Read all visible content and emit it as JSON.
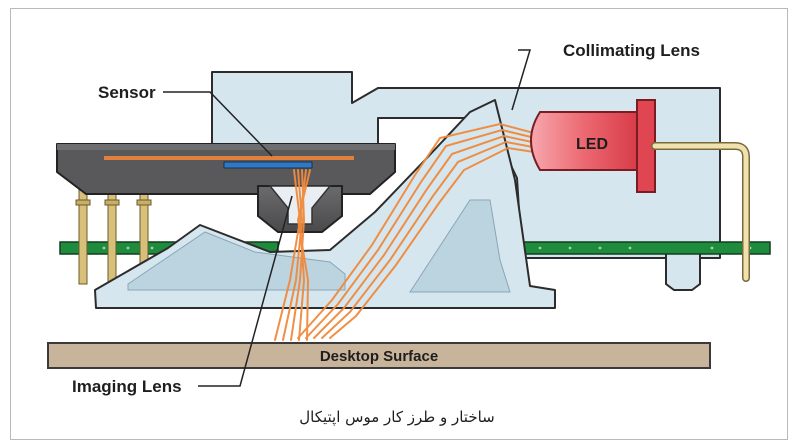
{
  "labels": {
    "sensor": "Sensor",
    "collimating_lens": "Collimating Lens",
    "led": "LED",
    "imaging_lens": "Imaging Lens",
    "desktop_surface": "Desktop Surface"
  },
  "caption": "ساختار و طرز کار موس اپتیکال",
  "colors": {
    "housing": "#d5e6ee",
    "sensor_body": "#59595b",
    "pcb": "#1e8c3c",
    "beam": "#f08a3c",
    "led": "#e8505a",
    "surface": "#c8b49b"
  }
}
